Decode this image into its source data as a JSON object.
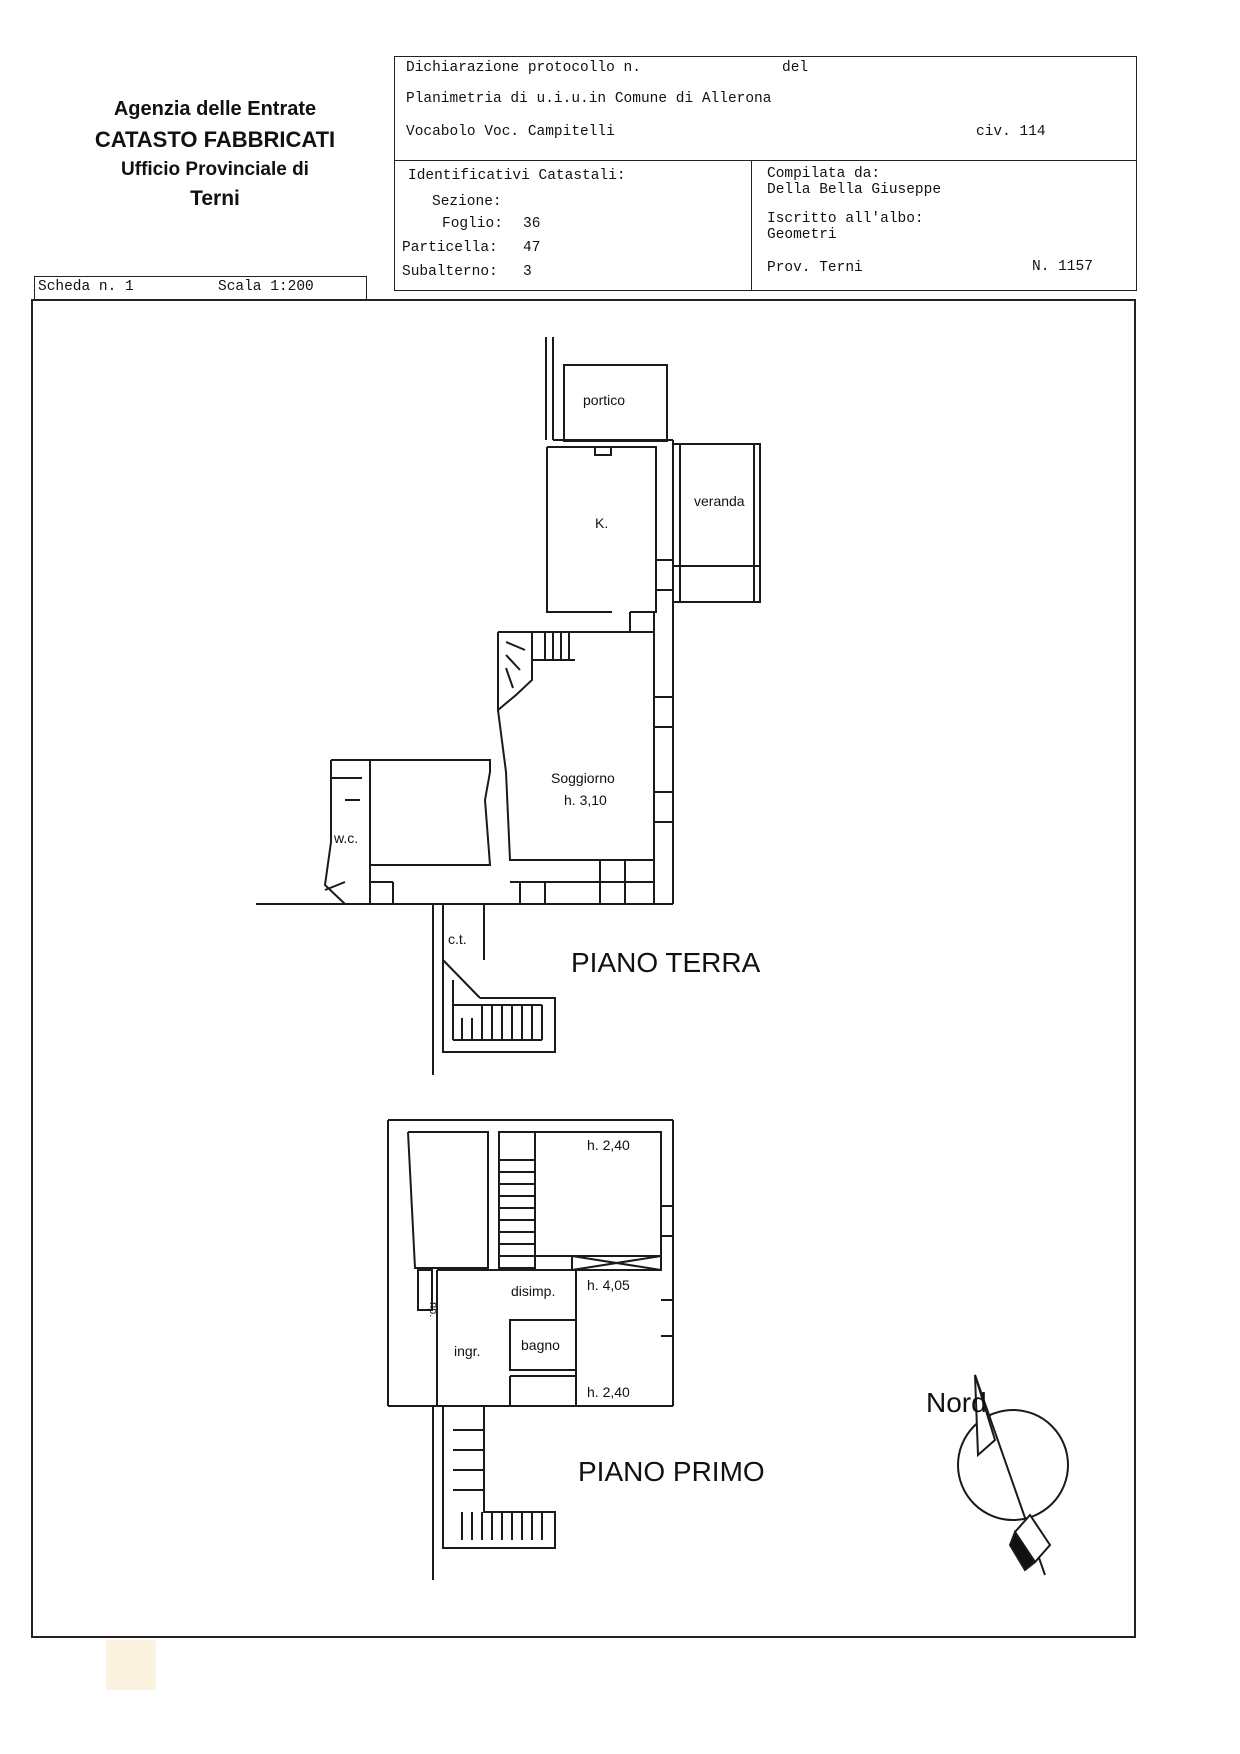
{
  "agency": {
    "line1": "Agenzia delle Entrate",
    "line2": "CATASTO FABBRICATI",
    "line3": "Ufficio Provinciale di",
    "line4": "Terni"
  },
  "header": {
    "protocol_label": "Dichiarazione protocollo n.",
    "del_label": "del",
    "planimetry": "Planimetria di u.i.u.in Comune di Allerona",
    "address": "Vocabolo Voc. Campitelli",
    "civic": "civ. 114"
  },
  "identifiers": {
    "title": "Identificativi Catastali:",
    "sezione_label": "Sezione:",
    "sezione_value": "",
    "foglio_label": "Foglio:",
    "foglio_value": "36",
    "particella_label": "Particella:",
    "particella_value": "47",
    "subalterno_label": "Subalterno:",
    "subalterno_value": "3"
  },
  "compiler": {
    "label": "Compilata da:",
    "name": "Della Bella Giuseppe",
    "albo_label": "Iscritto all'albo:",
    "albo_value": "Geometri",
    "prov": "Prov. Terni",
    "number": "N. 1157"
  },
  "scheda": {
    "label": "Scheda n. 1",
    "scale": "Scala 1:200"
  },
  "plan": {
    "ground_title": "PIANO TERRA",
    "first_title": "PIANO PRIMO",
    "north_label": "Nord",
    "rooms_ground": {
      "portico": "portico",
      "veranda": "veranda",
      "kitchen": "K.",
      "living": "Soggiorno",
      "living_height": "h. 3,10",
      "wc": "w.c.",
      "ct": "c.t."
    },
    "rooms_first": {
      "h1": "h. 2,40",
      "h2": "h. 4,05",
      "h3": "h. 2,40",
      "disimp": "disimp.",
      "bagno": "bagno",
      "ingr": "ingr.",
      "rip": "rip."
    }
  }
}
